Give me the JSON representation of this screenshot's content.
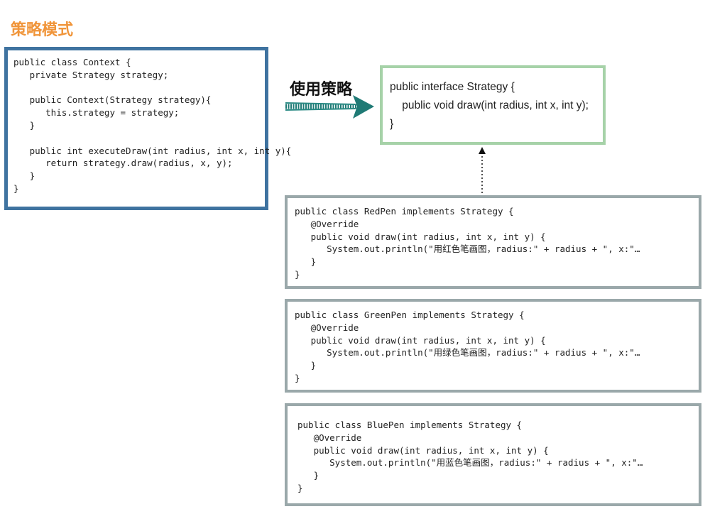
{
  "title": "策略模式",
  "arrow_label": "使用策略",
  "context_code": [
    "public class Context {",
    "   private Strategy strategy;",
    "",
    "   public Context(Strategy strategy){",
    "      this.strategy = strategy;",
    "   }",
    "",
    "   public int executeDraw(int radius, int x, int y){",
    "      return strategy.draw(radius, x, y);",
    "   }",
    "}"
  ],
  "interface_code": [
    "public interface Strategy {",
    "    public void draw(int radius, int x, int y);",
    "}"
  ],
  "red_code": [
    "public class RedPen implements Strategy {",
    "   @Override",
    "   public void draw(int radius, int x, int y) {",
    "      System.out.println(\"用红色笔画图，radius:\" + radius + \", x:\"…",
    "   }",
    "}"
  ],
  "green_code": [
    "public class GreenPen implements Strategy {",
    "   @Override",
    "   public void draw(int radius, int x, int y) {",
    "      System.out.println(\"用绿色笔画图，radius:\" + radius + \", x:\"…",
    "   }",
    "}"
  ],
  "blue_code": [
    "public class BluePen implements Strategy {",
    "   @Override",
    "   public void draw(int radius, int x, int y) {",
    "      System.out.println(\"用蓝色笔画图，radius:\" + radius + \", x:\"…",
    "   }",
    "}"
  ],
  "colors": {
    "title": "#f0953a",
    "context_border": "#3f73a0",
    "interface_border": "#a6d2a8",
    "impl_border": "#9aa8aa",
    "arrow": "#1f7a75"
  }
}
